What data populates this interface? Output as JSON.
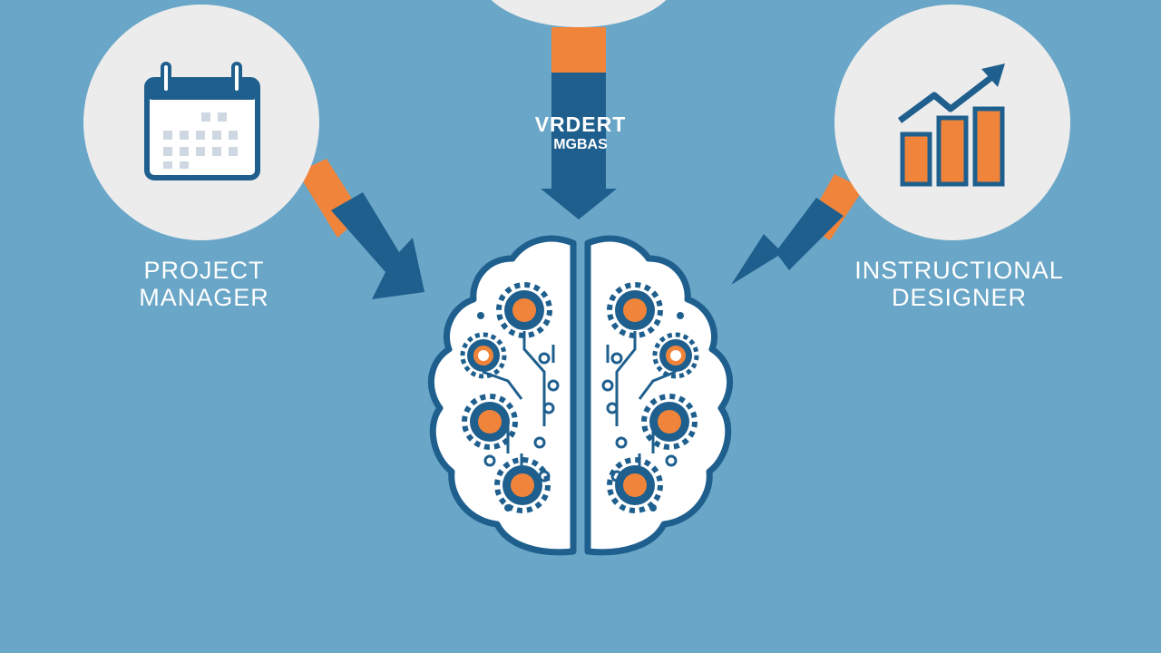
{
  "colors": {
    "background": "#6aa6c7",
    "navy": "#1f5f8e",
    "orange": "#f0843a",
    "circle": "#ececec",
    "white": "#ffffff"
  },
  "nodes": {
    "left": {
      "label_line1": "PROJECT",
      "label_line2": "MANAGER",
      "icon": "calendar-icon"
    },
    "right": {
      "label_line1": "INSTRUCTIONAL",
      "label_line2": "DESIGNER",
      "icon": "bar-chart-trend-icon"
    },
    "top": {
      "label_line1": "VRDERT",
      "label_line2": "MGBAS"
    }
  },
  "center": {
    "icon": "brain-circuit-icon"
  }
}
